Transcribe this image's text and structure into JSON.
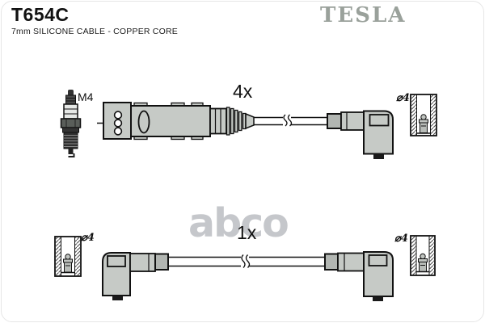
{
  "header": {
    "part_number": "T654C",
    "subtitle": "7mm SILICONE CABLE - COPPER CORE",
    "brand_logo": "TESLA"
  },
  "watermark": {
    "text": "abco"
  },
  "diagram": {
    "top_cable": {
      "quantity_label": "4x",
      "plug_thread_label": "M4",
      "connector_diameter_label": "⌀4"
    },
    "bottom_cable": {
      "quantity_label": "1x",
      "left_diameter_label": "⌀4",
      "right_diameter_label": "⌀4"
    }
  },
  "colors": {
    "outline": "#1a1a1a",
    "part_fill": "#c6cac6",
    "ferrule_fill": "#b2b6b2",
    "brand_gray": "#9aa19b",
    "watermark_gray": "#c5c7cb",
    "text": "#111111"
  }
}
